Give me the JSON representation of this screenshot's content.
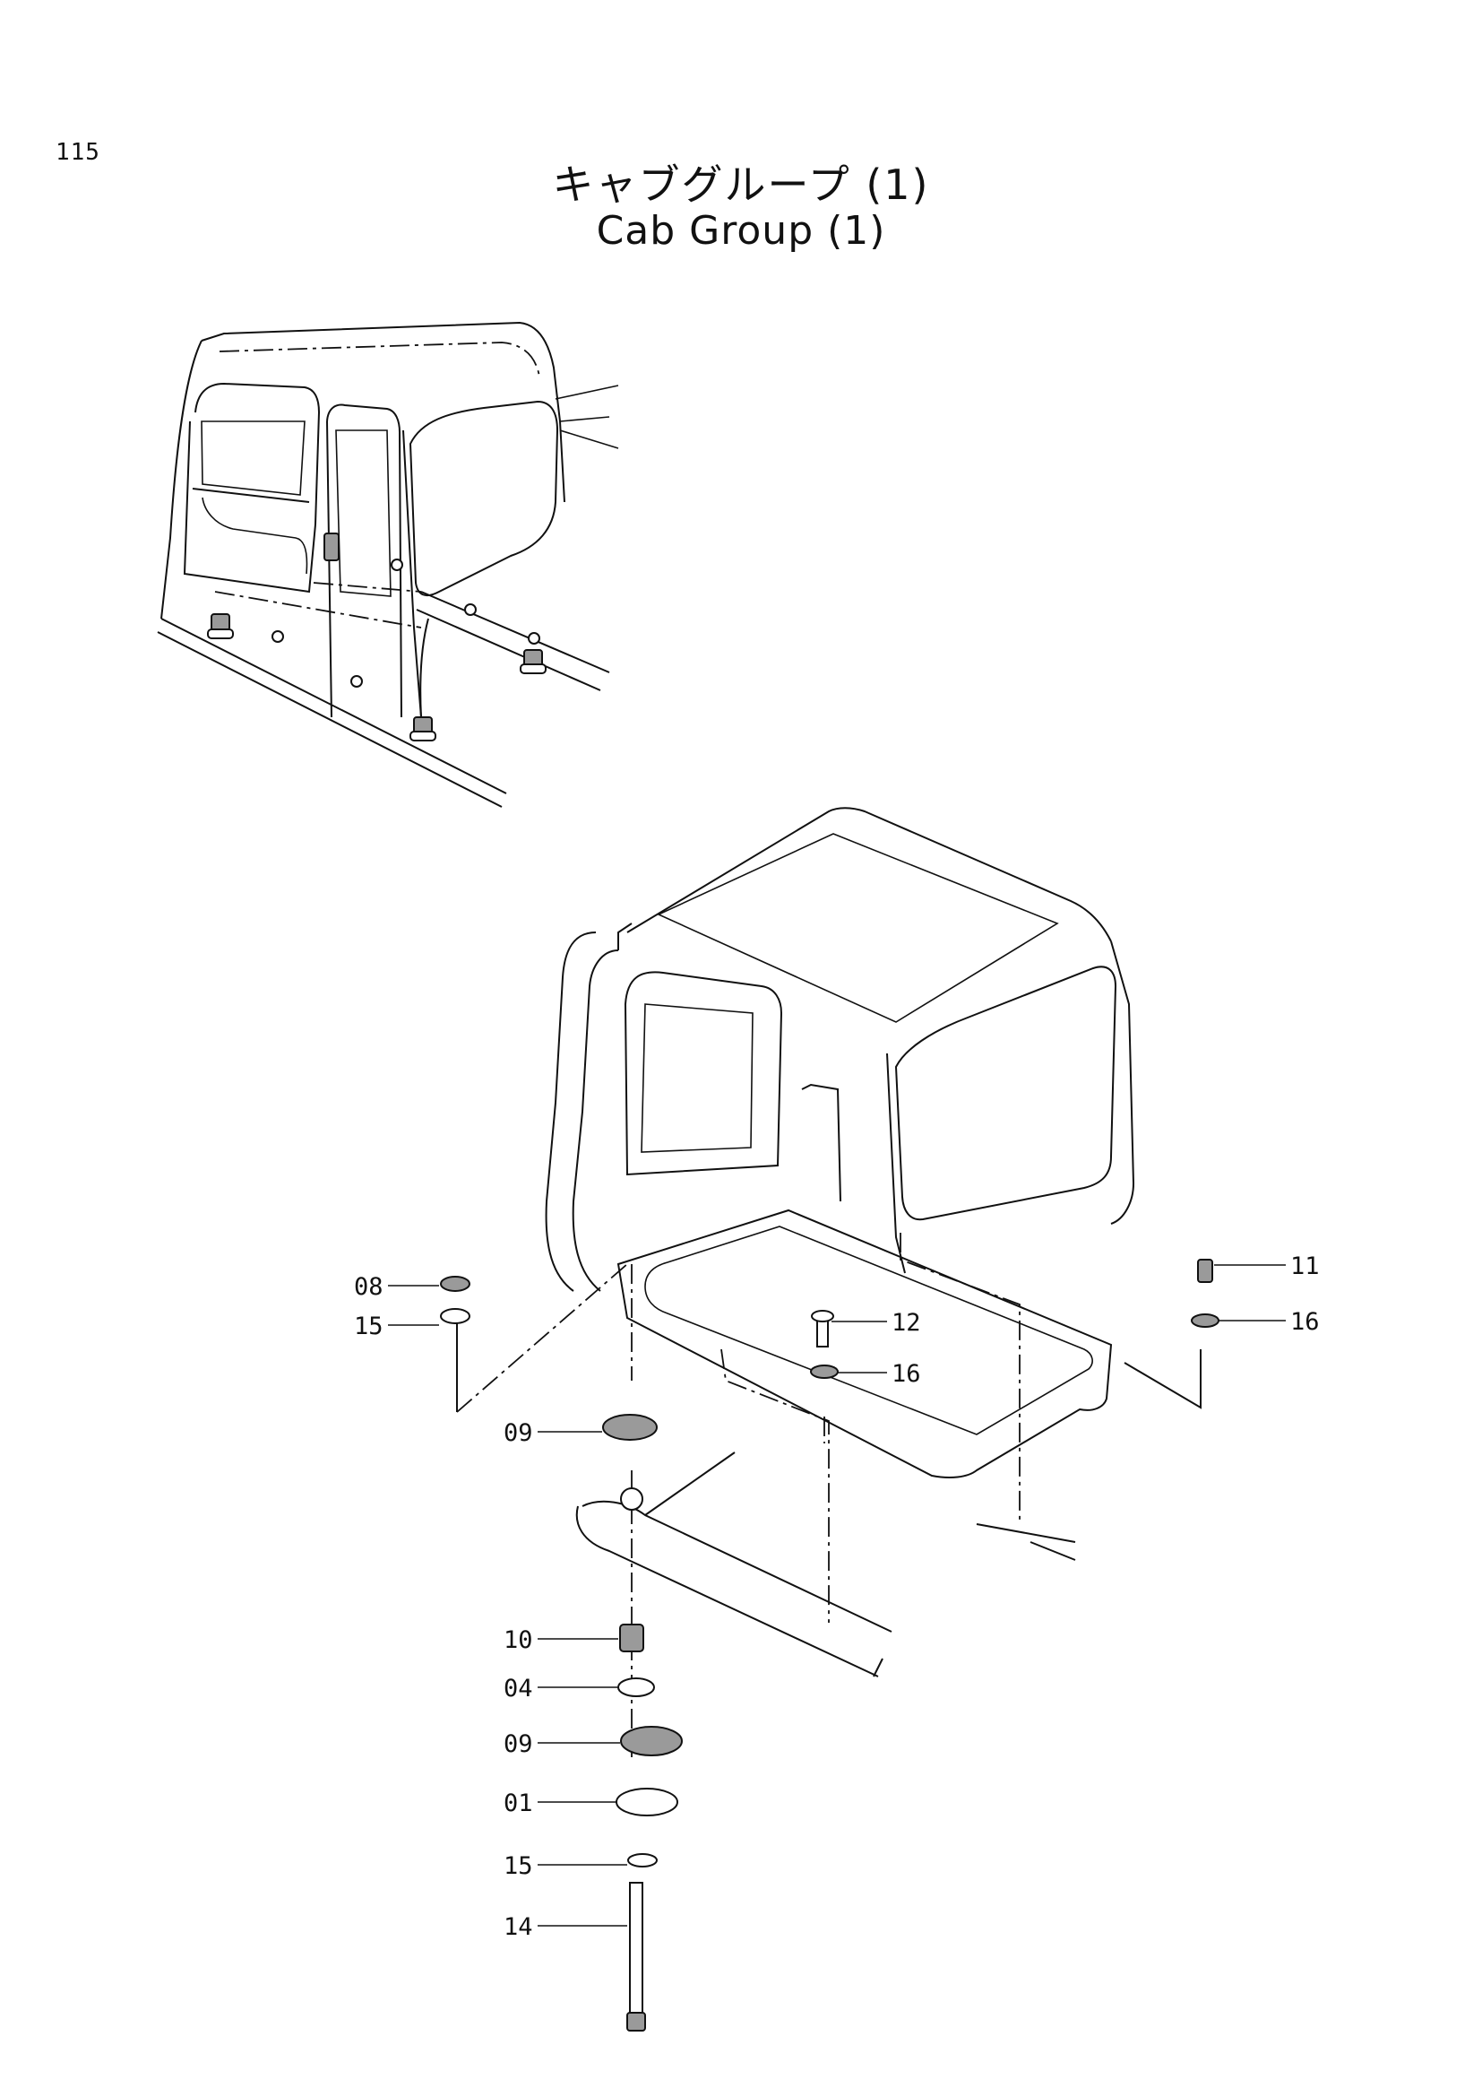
{
  "page_number": "115",
  "title_jp": "キャブグループ (1)",
  "title_en": "Cab Group (1)",
  "callouts": [
    {
      "id": "08",
      "label": "08"
    },
    {
      "id": "15a",
      "label": "15"
    },
    {
      "id": "09a",
      "label": "09"
    },
    {
      "id": "12",
      "label": "12"
    },
    {
      "id": "16a",
      "label": "16"
    },
    {
      "id": "11",
      "label": "11"
    },
    {
      "id": "16b",
      "label": "16"
    },
    {
      "id": "10",
      "label": "10"
    },
    {
      "id": "04",
      "label": "04"
    },
    {
      "id": "09b",
      "label": "09"
    },
    {
      "id": "01",
      "label": "01"
    },
    {
      "id": "15b",
      "label": "15"
    },
    {
      "id": "14",
      "label": "14"
    }
  ]
}
